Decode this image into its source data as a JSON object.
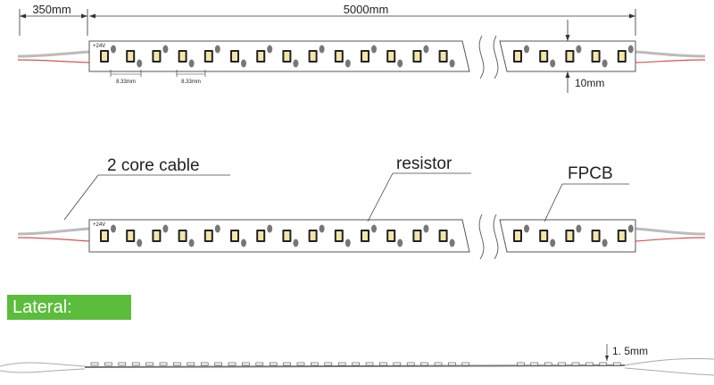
{
  "dimensions": {
    "cable_length": "350mm",
    "strip_length": "5000mm",
    "strip_width": "10mm",
    "pitch_a": "8.33mm",
    "pitch_b": "8.33mm",
    "thickness": "1. 5mm"
  },
  "voltage_mark": "+24V",
  "callouts": {
    "cable": "2 core cable",
    "resistor": "resistor",
    "fpcb": "FPCB"
  },
  "section_label": "Lateral:",
  "colors": {
    "banner": "#5bbd3b",
    "pcb": "#ffffff",
    "led_body": "#222222",
    "led_phosphor": "#f2e6a8",
    "resistor": "#777777",
    "wire_red": "#d9534f"
  }
}
